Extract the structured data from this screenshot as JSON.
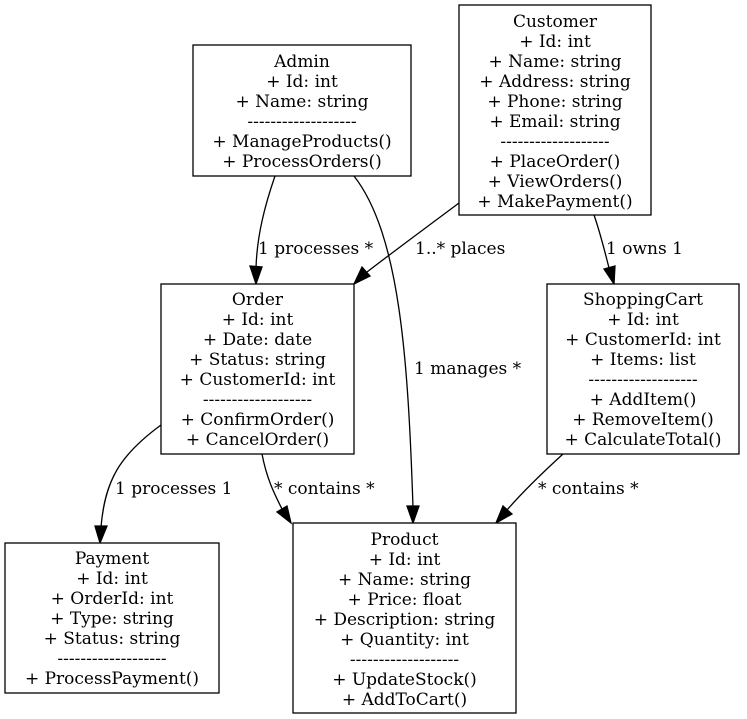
{
  "classes": [
    {
      "id": "admin",
      "lines": [
        "Admin",
        "+ Id: int",
        "+ Name: string",
        "-------------------",
        "+ ManageProducts()",
        "+ ProcessOrders()"
      ]
    },
    {
      "id": "customer",
      "lines": [
        "Customer",
        "+ Id: int",
        "+ Name: string",
        "+ Address: string",
        "+ Phone: string",
        "+ Email: string",
        "-------------------",
        "+ PlaceOrder()",
        "+ ViewOrders()",
        "+ MakePayment()"
      ]
    },
    {
      "id": "order",
      "lines": [
        "Order",
        "+ Id: int",
        "+ Date: date",
        "+ Status: string",
        "+ CustomerId: int",
        "-------------------",
        "+ ConfirmOrder()",
        "+ CancelOrder()"
      ]
    },
    {
      "id": "shoppingcart",
      "lines": [
        "ShoppingCart",
        "+ Id: int",
        "+ CustomerId: int",
        "+ Items: list",
        "-------------------",
        "+ AddItem()",
        "+ RemoveItem()",
        "+ CalculateTotal()"
      ]
    },
    {
      "id": "payment",
      "lines": [
        "Payment",
        "+ Id: int",
        "+ OrderId: int",
        "+ Type: string",
        "+ Status: string",
        "-------------------",
        "+ ProcessPayment()"
      ]
    },
    {
      "id": "product",
      "lines": [
        "Product",
        "+ Id: int",
        "+ Name: string",
        "+ Price: float",
        "+ Description: string",
        "+ Quantity: int",
        "-------------------",
        "+ UpdateStock()",
        "+ AddToCart()"
      ]
    }
  ],
  "edges": [
    {
      "id": "admin-order",
      "from": "admin",
      "to": "order",
      "label": "1 processes *"
    },
    {
      "id": "admin-product",
      "from": "admin",
      "to": "product",
      "label": "1 manages *"
    },
    {
      "id": "customer-order",
      "from": "customer",
      "to": "order",
      "label": "1..* places"
    },
    {
      "id": "customer-shoppingcart",
      "from": "customer",
      "to": "shoppingcart",
      "label": "1 owns 1"
    },
    {
      "id": "order-payment",
      "from": "order",
      "to": "payment",
      "label": "1 processes 1"
    },
    {
      "id": "order-product",
      "from": "order",
      "to": "product",
      "label": "* contains *"
    },
    {
      "id": "shoppingcart-product",
      "from": "shoppingcart",
      "to": "product",
      "label": "* contains *"
    }
  ]
}
